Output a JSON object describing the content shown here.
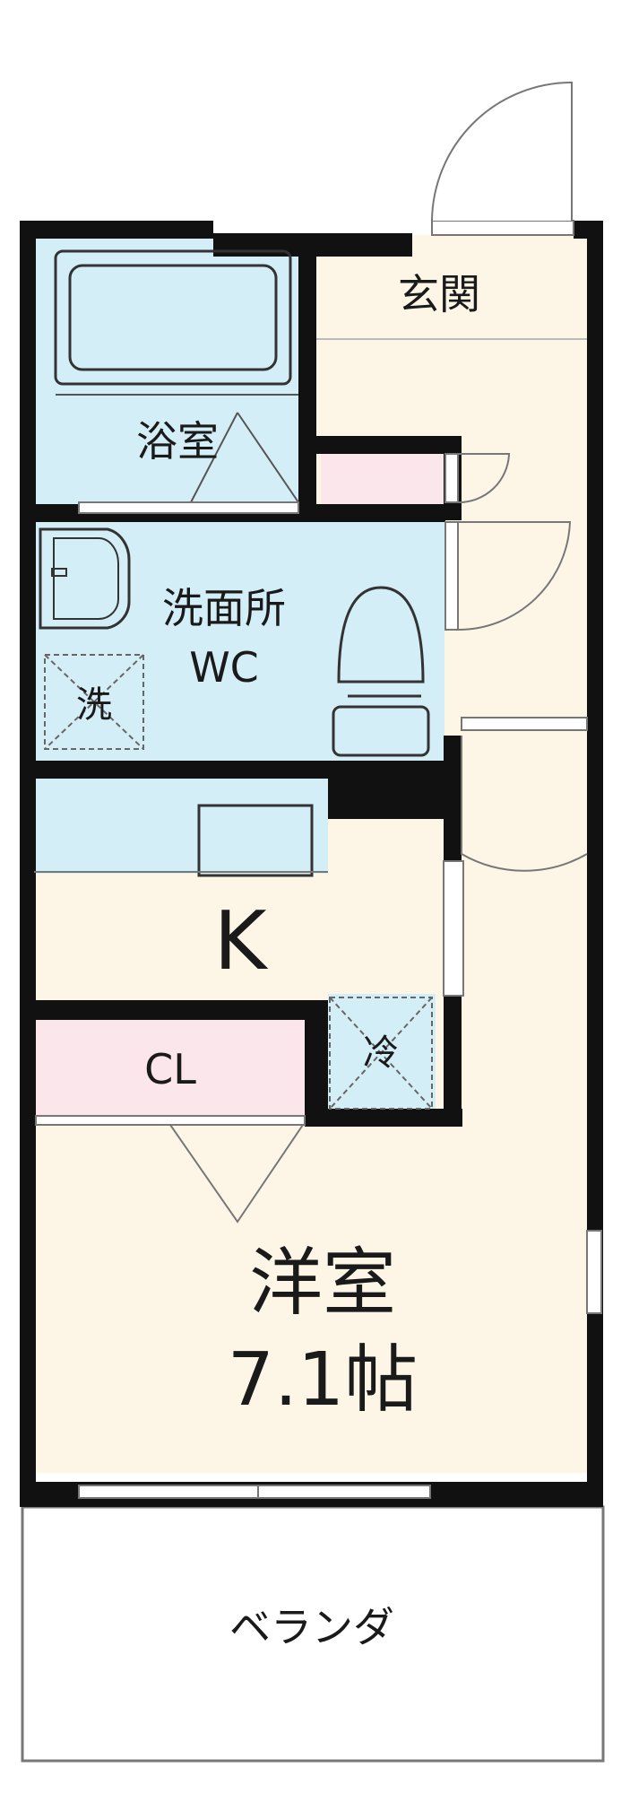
{
  "rooms": {
    "entrance": "玄関",
    "bath": "浴室",
    "washroom_line1": "洗面所",
    "washroom_line2": "WC",
    "washer": "洗",
    "kitchen": "K",
    "closet": "CL",
    "fridge": "冷",
    "western_line1": "洋室",
    "western_line2": "7.1帖",
    "veranda": "ベランダ"
  },
  "colors": {
    "wet_area": "#d4eef8",
    "floor": "#fdf6e6",
    "storage": "#fbe6ec",
    "wall": "#111111",
    "line": "#777777"
  }
}
